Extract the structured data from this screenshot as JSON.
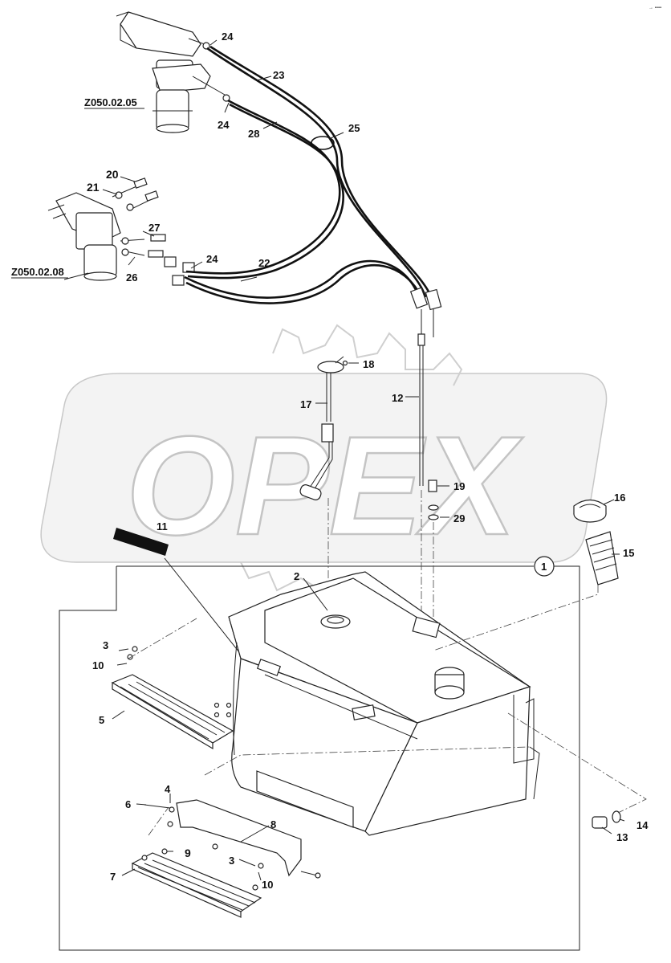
{
  "watermark": "OPEX",
  "corner_mark": "→ ▪▪▪▪",
  "references": {
    "z1": "Z050.02.05",
    "z2": "Z050.02.08"
  },
  "callouts": {
    "c1": "1",
    "c2": "2",
    "c3a": "3",
    "c3b": "3",
    "c4": "4",
    "c5": "5",
    "c6": "6",
    "c7": "7",
    "c8": "8",
    "c9": "9",
    "c10a": "10",
    "c10b": "10",
    "c11": "11",
    "c12": "12",
    "c13": "13",
    "c14": "14",
    "c15": "15",
    "c16": "16",
    "c17": "17",
    "c18": "18",
    "c19": "19",
    "c20": "20",
    "c21": "21",
    "c22": "22",
    "c23": "23",
    "c24a": "24",
    "c24b": "24",
    "c24c": "24",
    "c25": "25",
    "c26": "26",
    "c27": "27",
    "c28": "28",
    "c29": "29"
  }
}
